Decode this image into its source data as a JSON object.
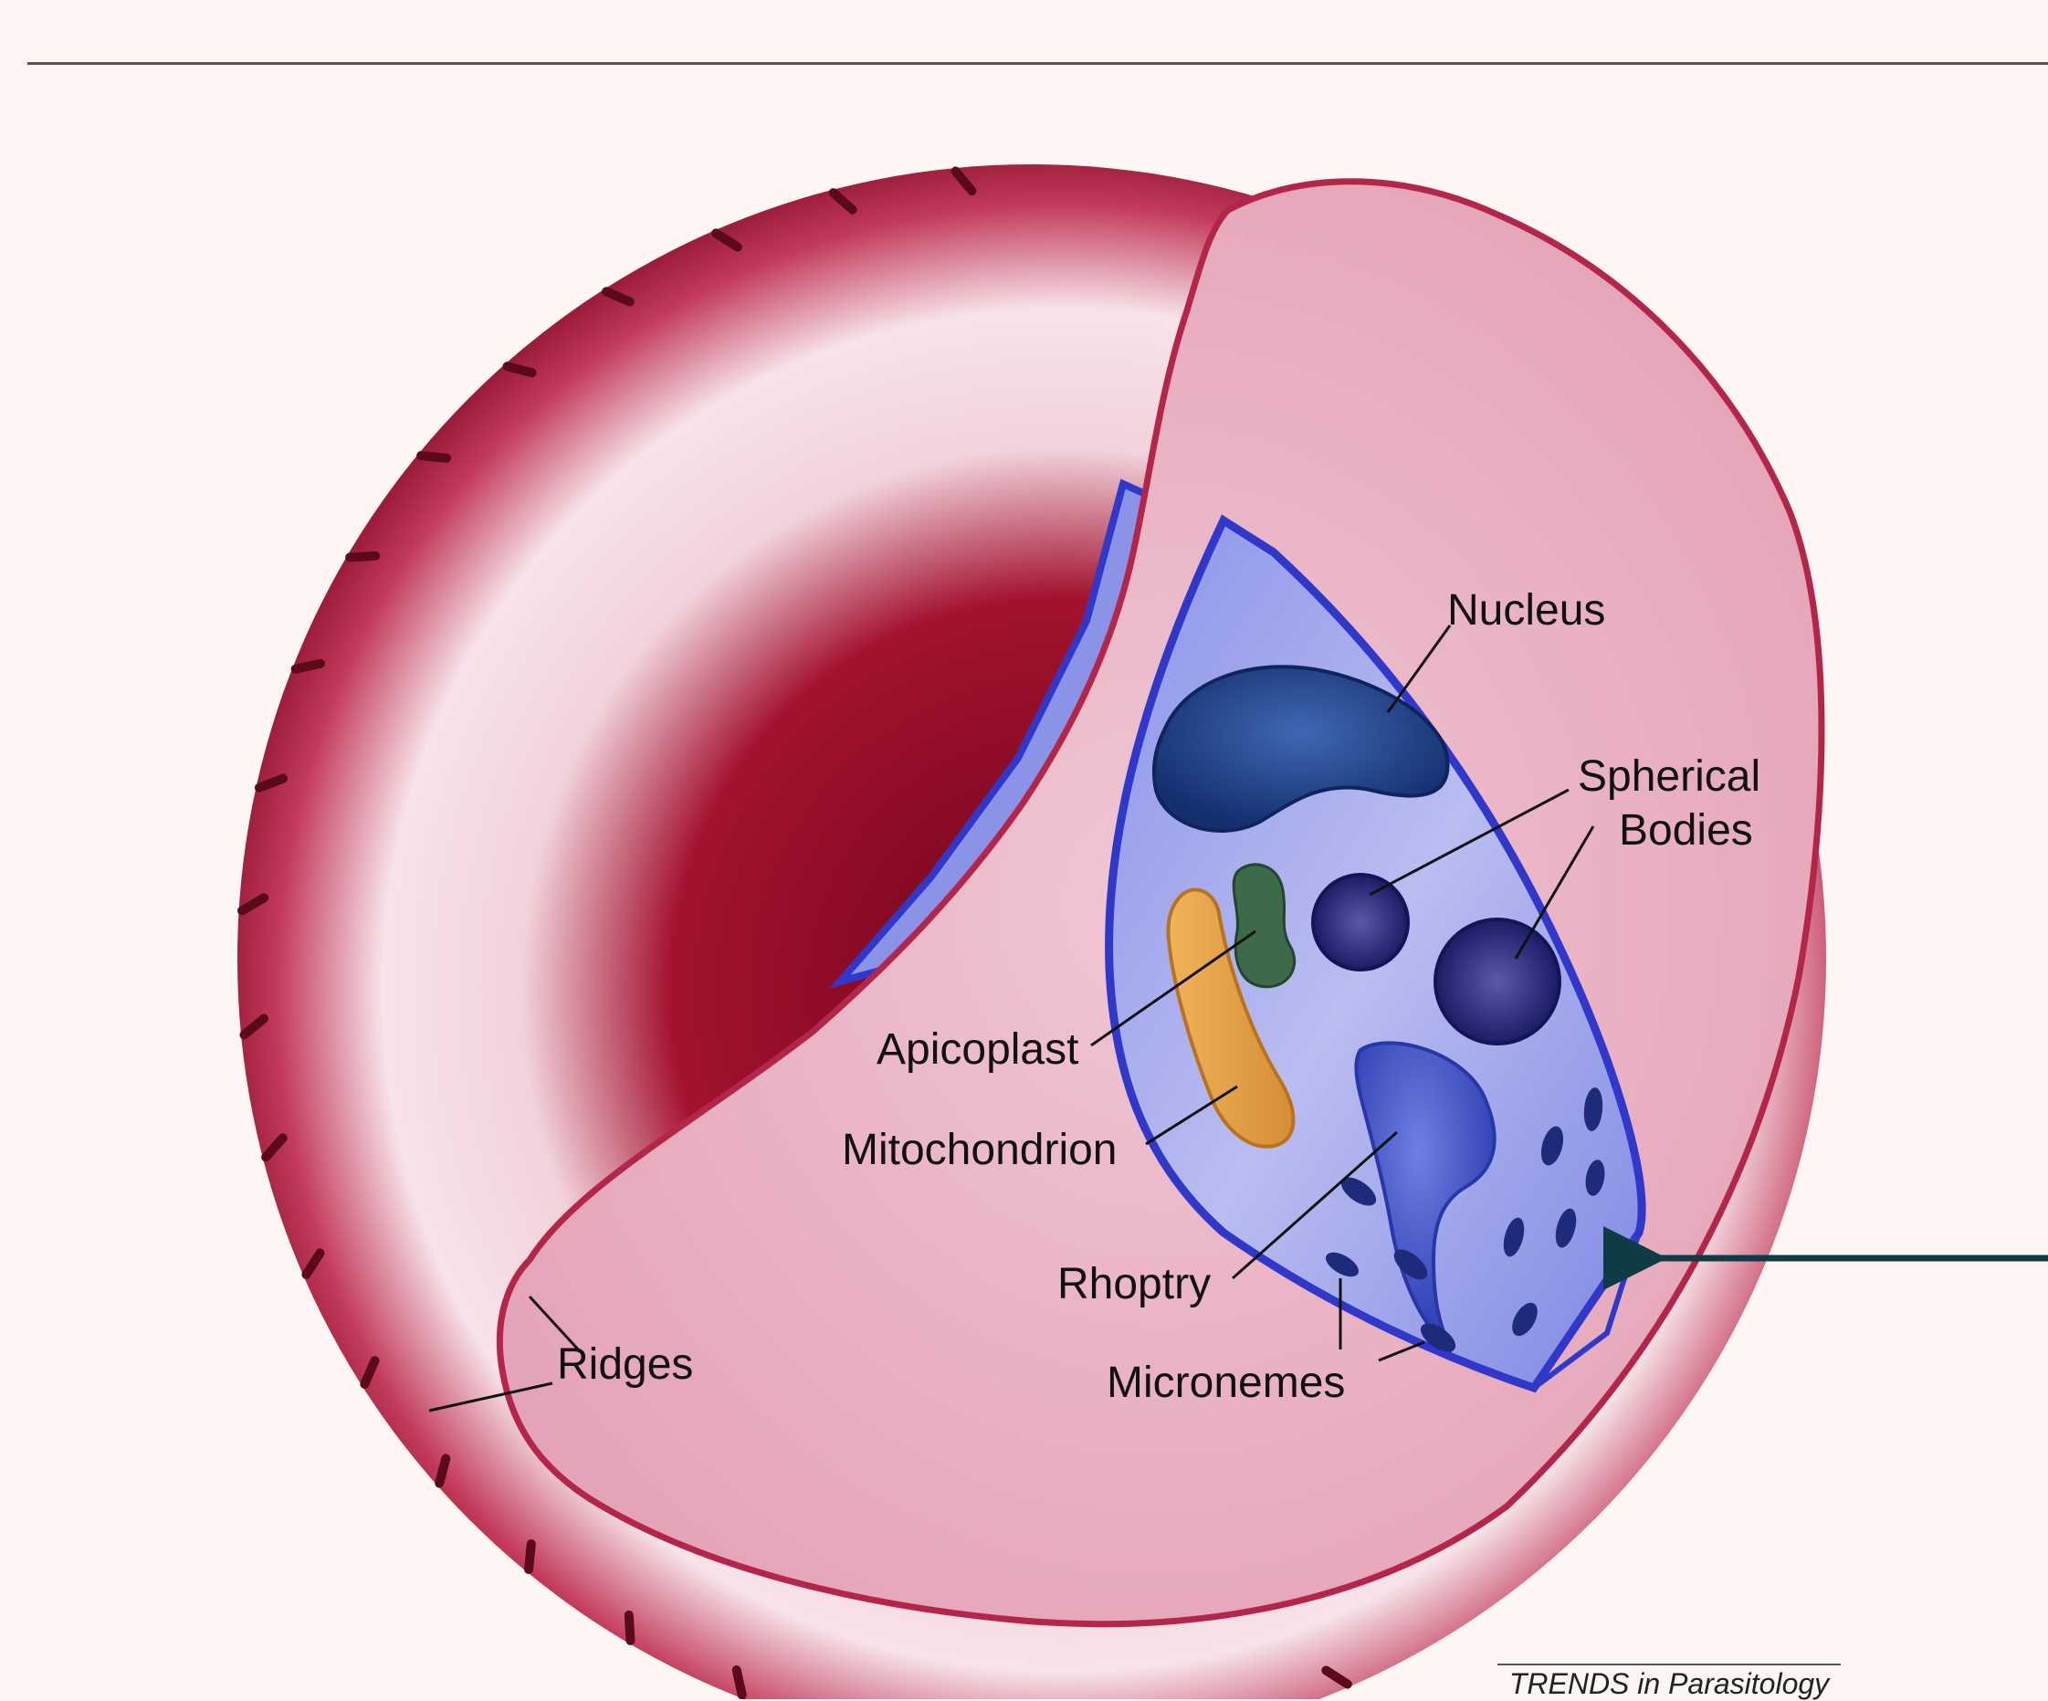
{
  "labels": {
    "nucleus": "Nucleus",
    "spherical_bodies_line1": "Spherical",
    "spherical_bodies_line2": "Bodies",
    "apicoplast": "Apicoplast",
    "mitochondrion": "Mitochondrion",
    "rhoptry": "Rhoptry",
    "micronemes": "Micronemes",
    "ridges": "Ridges"
  },
  "credit": "TRENDS in Parasitology",
  "colors": {
    "rbc_dark": "#8a0a26",
    "rbc_mid": "#c23a5a",
    "rbc_light": "#f6dbe3",
    "cutaway": "#eab3c4",
    "membrane": "#b3264a",
    "parasite": "#8f96e8",
    "parasite_border": "#2f38c8",
    "nucleus": "#1c3d8a",
    "spherical_body": "#24237a",
    "apicoplast": "#3d6b4a",
    "mitochondrion": "#e8a84a",
    "rhoptry": "#3f55c8",
    "microneme": "#1e2a7a",
    "arrow": "#0f3b45"
  }
}
